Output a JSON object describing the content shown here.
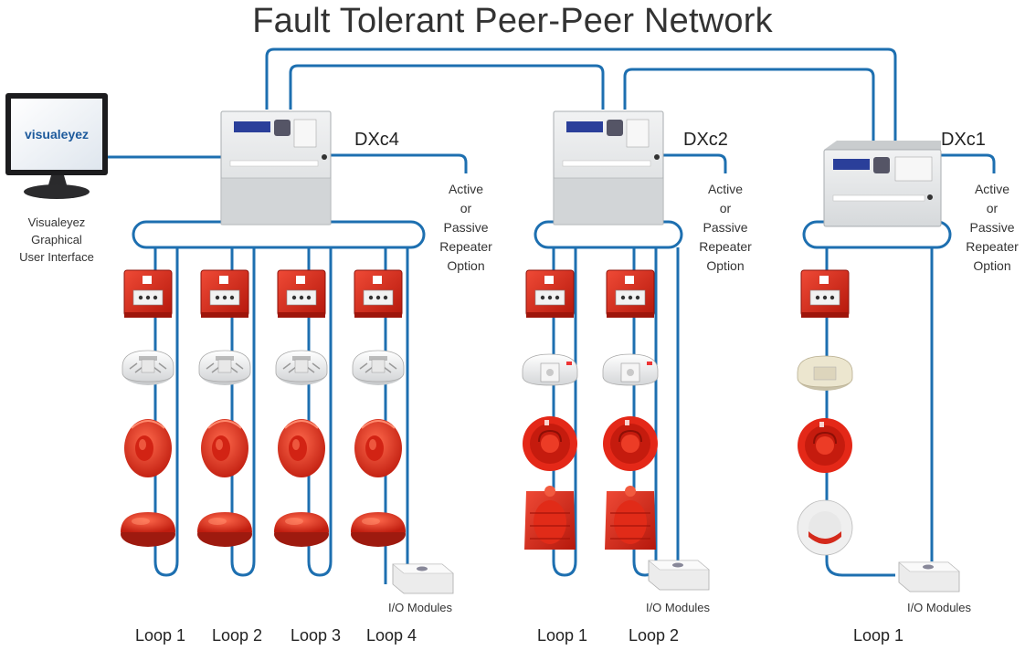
{
  "title": "Fault Tolerant Peer-Peer Network",
  "workstation": {
    "screen_brand": "visualeyez",
    "caption_lines": [
      "Visualeyez",
      "Graphical",
      "User Interface"
    ]
  },
  "controllers": [
    {
      "name": "DXc4",
      "repeater_lines": [
        "Active",
        "or",
        "Passive",
        "Repeater",
        "Option"
      ],
      "loops": [
        "Loop 1",
        "Loop 2",
        "Loop 3",
        "Loop 4"
      ],
      "io_label": "I/O Modules"
    },
    {
      "name": "DXc2",
      "repeater_lines": [
        "Active",
        "or",
        "Passive",
        "Repeater",
        "Option"
      ],
      "loops": [
        "Loop 1",
        "Loop 2"
      ],
      "io_label": "I/O Modules"
    },
    {
      "name": "DXc1",
      "repeater_lines": [
        "Active",
        "or",
        "Passive",
        "Repeater",
        "Option"
      ],
      "loops": [
        "Loop 1"
      ],
      "io_label": "I/O Modules"
    }
  ],
  "colors": {
    "network_line": "#1d6fb0",
    "device_red": "#d42a1c",
    "panel_grey": "#e3e5e6"
  },
  "device_types": [
    "call-point",
    "smoke-detector",
    "sounder",
    "beacon-sounder"
  ]
}
